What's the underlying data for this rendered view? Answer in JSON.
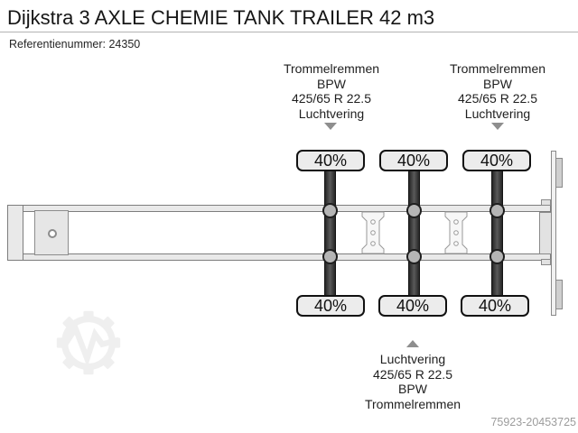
{
  "header": {
    "title": "Dijkstra 3 AXLE CHEMIE TANK TRAILER 42 m3",
    "reference": "Referentienummer: 24350"
  },
  "specs": {
    "top_left": [
      "Trommelremmen",
      "BPW",
      "425/65 R 22.5",
      "Luchtvering"
    ],
    "top_right": [
      "Trommelremmen",
      "BPW",
      "425/65 R 22.5",
      "Luchtvering"
    ],
    "bottom": [
      "Luchtvering",
      "425/65 R 22.5",
      "BPW",
      "Trommelremmen"
    ]
  },
  "tires": {
    "top": [
      "40%",
      "40%",
      "40%"
    ],
    "bottom": [
      "40%",
      "40%",
      "40%"
    ]
  },
  "photo_id": "75923-20453725",
  "icons": {
    "top_left_arrow": "down-arrow",
    "top_right_arrow": "down-arrow",
    "bottom_arrow": "up-arrow",
    "watermark": "gear-logo"
  },
  "colors": {
    "background": "#ffffff",
    "text": "#1e1e1e",
    "muted_text": "#9c9c9c",
    "arrow": "#8e8e8e",
    "frame_fill": "#e9e9e9",
    "frame_stroke": "#7d7d7d",
    "tire_fill": "#ececec",
    "tire_stroke": "#111111",
    "axle": "#3d3d3d",
    "hub_fill": "#b5b5b5"
  }
}
